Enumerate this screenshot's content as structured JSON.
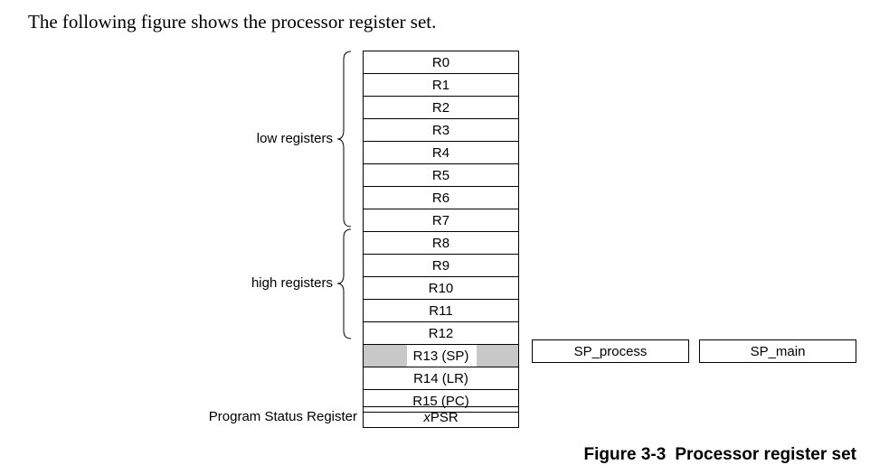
{
  "intro_text": "The following figure shows the processor register set.",
  "groups": {
    "low_label": "low registers",
    "high_label": "high registers",
    "psr_label": "Program Status Register"
  },
  "registers": [
    "R0",
    "R1",
    "R2",
    "R3",
    "R4",
    "R5",
    "R6",
    "R7",
    "R8",
    "R9",
    "R10",
    "R11",
    "R12",
    "R13 (SP)",
    "R14 (LR)",
    "R15 (PC)"
  ],
  "banked_stack_pointers": {
    "process": "SP_process",
    "main": "SP_main"
  },
  "xpsr": {
    "prefix_italic": "x",
    "suffix": "PSR"
  },
  "caption": {
    "number": "Figure 3-3",
    "title": "Processor register set"
  },
  "colors": {
    "shaded_cell": "#c8c8c8"
  }
}
